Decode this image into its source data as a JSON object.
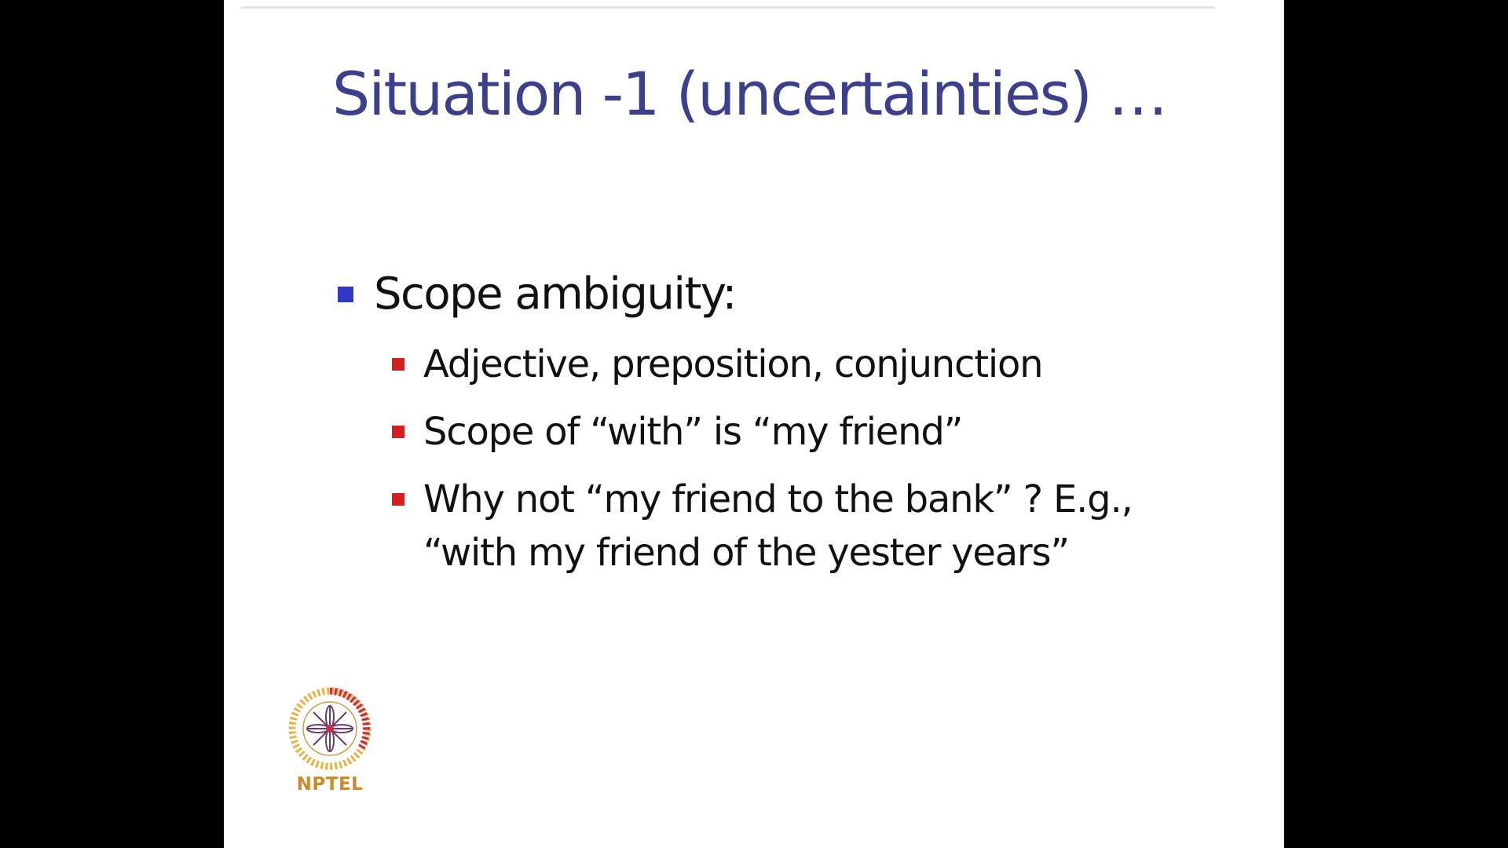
{
  "slide": {
    "title": "Situation -1 (uncertainties) …",
    "bullet": {
      "text": "Scope ambiguity:",
      "sub_items": [
        "Adjective, preposition, conjunction",
        "Scope of “with” is “my friend”",
        "Why not “my friend to the bank” ? E.g., “with my friend of the yester years”"
      ]
    },
    "logo": {
      "text": "NPTEL",
      "icon": "nptel-wheel-icon"
    }
  },
  "colors": {
    "title": "#3b3f8c",
    "level1_marker": "#3038c4",
    "level2_marker": "#d42020",
    "logo_text": "#cf8a28",
    "slide_background": "#ffffff",
    "frame_background": "#000000"
  }
}
